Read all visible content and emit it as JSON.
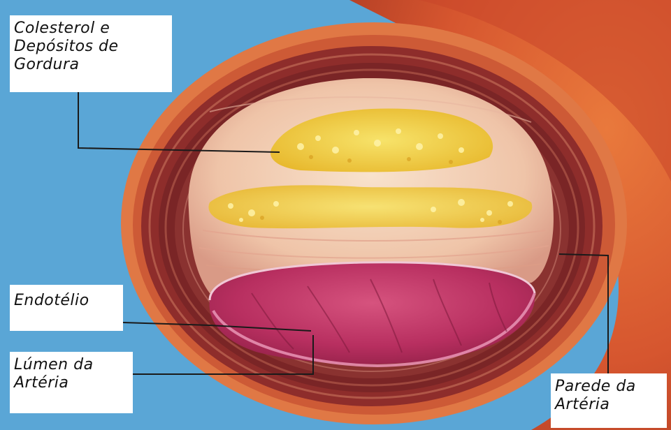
{
  "labels": {
    "cholesterol": {
      "line1": "Colesterol e",
      "line2": "Depósitos de",
      "line3": "Gordura"
    },
    "endothelium": {
      "line1": "Endotélio"
    },
    "lumen": {
      "line1": "Lúmen da",
      "line2": "Artéria"
    },
    "wall": {
      "line1": "Parede da",
      "line2": "Artéria"
    }
  },
  "colors": {
    "background": "#5aa6d6",
    "artery_outer": "#d86a3c",
    "artery_wall_layers": "#8c2e2c",
    "plaque_pink": "#f2c9b3",
    "fat_deposits": "#f0d23a",
    "lumen": "#c23a6c",
    "label_box": "#ffffff",
    "leader_line": "#1a1a1a"
  }
}
